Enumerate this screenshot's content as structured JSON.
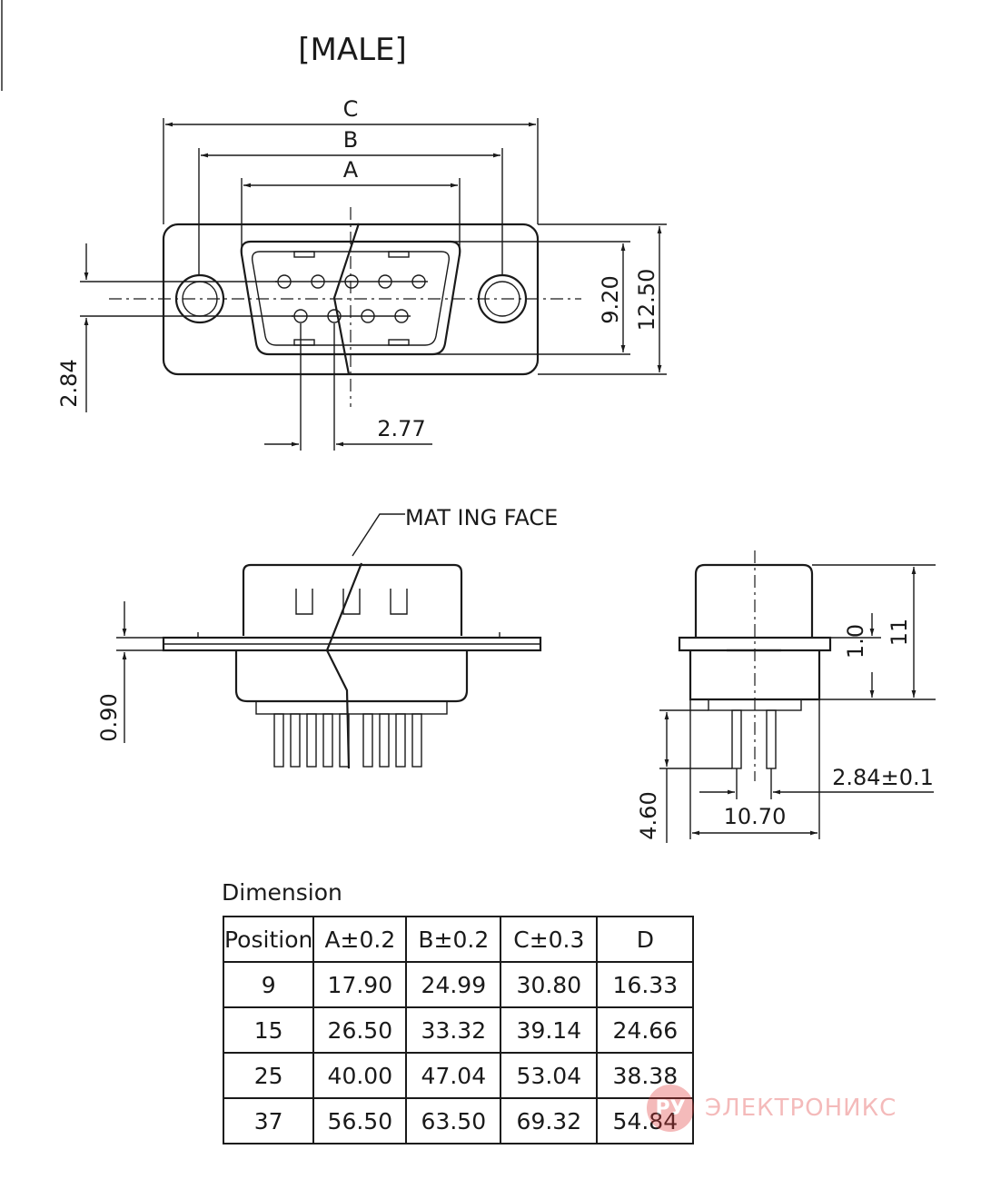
{
  "title": "[MALE]",
  "top_view": {
    "label_c": "C",
    "label_b": "B",
    "label_a": "A",
    "dim_height_inner": "9.20",
    "dim_height_outer": "12.50",
    "dim_row_offset": "2.84",
    "dim_pin_pitch": "2.77"
  },
  "front_view": {
    "mating_face_label": "MAT ING FACE",
    "dim_flange": "0.90"
  },
  "side_view": {
    "dim_shell": "1.0",
    "dim_total": "11",
    "dim_pin_length": "4.60",
    "dim_width": "10.70",
    "dim_row_spacing": "2.84±0.1"
  },
  "table": {
    "caption": "Dimension",
    "headers": [
      "Position",
      "A±0.2",
      "B±0.2",
      "C±0.3",
      "D"
    ],
    "rows": [
      [
        "9",
        "17.90",
        "24.99",
        "30.80",
        "16.33"
      ],
      [
        "15",
        "26.50",
        "33.32",
        "39.14",
        "24.66"
      ],
      [
        "25",
        "40.00",
        "47.04",
        "53.04",
        "38.38"
      ],
      [
        "37",
        "56.50",
        "63.50",
        "69.32",
        "54.84"
      ]
    ]
  },
  "watermark": {
    "logo_text": "РУ",
    "text": "ЭЛЕКТРОНИКС",
    "color": "#e23b3b"
  }
}
